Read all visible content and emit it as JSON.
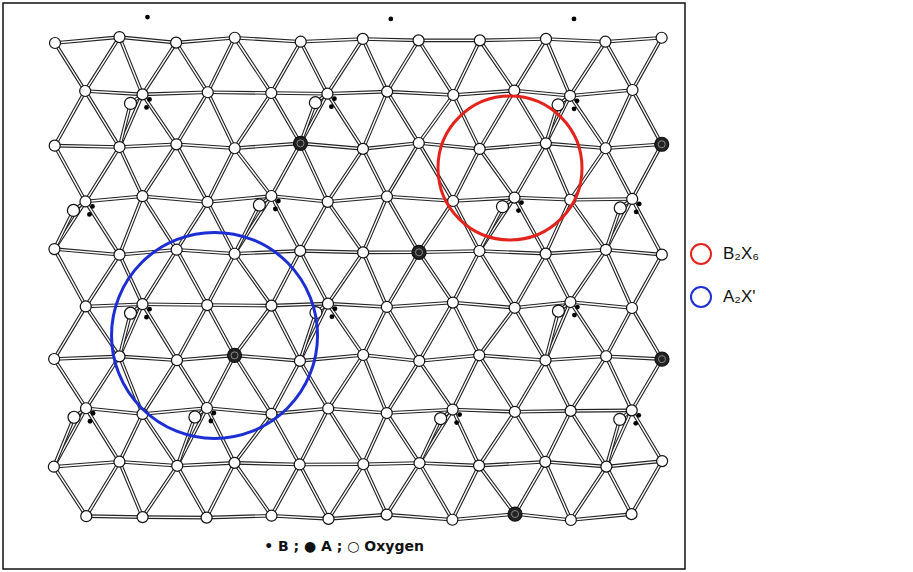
{
  "diagram": {
    "labels": [
      "• B ; ● A ; ○ Oxygen"
    ],
    "legend": [
      {
        "text": "B₂X₆",
        "color": "#e3231c"
      },
      {
        "text": "A₂X'",
        "color": "#1d2fd4"
      }
    ]
  }
}
